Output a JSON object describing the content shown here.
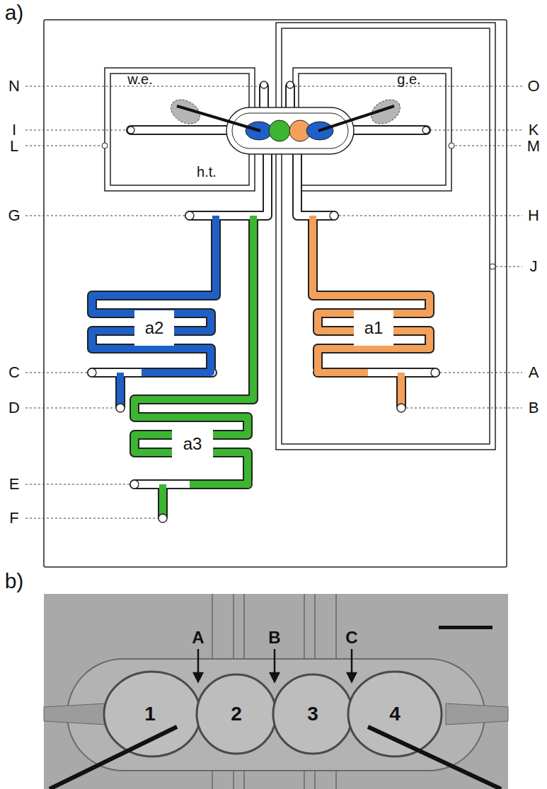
{
  "diagram": {
    "nodes": [
      {
        "text": [
          "a2"
        ]
      },
      {
        "text": [
          "a1"
        ]
      },
      {
        "text": [
          "a3"
        ]
      }
    ],
    "labels": [
      "a)",
      "N",
      "O",
      "w.e.",
      "g.e.",
      "L",
      "M",
      "I",
      "K",
      "h.t.",
      "G",
      "H",
      "J",
      "C",
      "A",
      "D",
      "B",
      "E",
      "F",
      "b)",
      "A",
      "B",
      "C",
      "1",
      "2",
      "3",
      "4"
    ]
  }
}
